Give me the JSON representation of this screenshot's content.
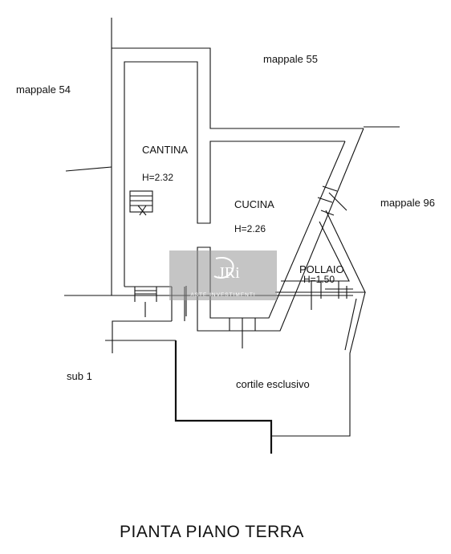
{
  "plan": {
    "neighbors": {
      "mappale_55": "mappale 55",
      "mappale_54": "mappale 54",
      "mappale_96": "mappale 96",
      "sub_1": "sub 1"
    },
    "rooms": {
      "cantina": {
        "name": "CANTINA",
        "height": "H=2.32"
      },
      "cucina": {
        "name": "CUCINA",
        "height": "H=2.26"
      },
      "pollaio": {
        "name": "POLLAIO",
        "height": "H=1.50"
      }
    },
    "courtyard": "cortile esclusivo",
    "title": "PIANTA PIANO TERRA"
  },
  "watermark": {
    "monogram": "JRi",
    "text": "ASTE INVESTIMENTI"
  }
}
